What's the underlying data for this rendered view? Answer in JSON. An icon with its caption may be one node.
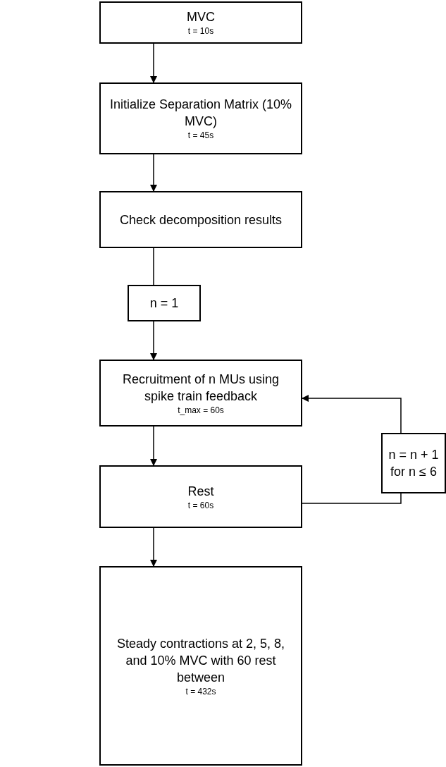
{
  "diagram": {
    "nodes": [
      {
        "text": [
          "MVC",
          "t = 10s"
        ]
      },
      {
        "text": [
          "Initialize Separation Matrix (10% MVC)",
          "t = 45s"
        ]
      },
      {
        "text": [
          "Check decomposition results"
        ]
      },
      {
        "text": [
          "n = 1"
        ]
      },
      {
        "text": [
          "Recruitment of n MUs using spike train feedback",
          "t_max = 60s"
        ]
      },
      {
        "text": [
          "Rest",
          "t = 60s"
        ]
      },
      {
        "text": [
          "n = n + 1 for n ≤ 6"
        ]
      },
      {
        "text": [
          "Steady contractions at 2, 5, 8, and 10% MVC with 60 rest between",
          "t = 432s"
        ]
      }
    ],
    "edges": [
      {
        "from": 0,
        "to": 1,
        "arrow": "to"
      },
      {
        "from": 1,
        "to": 2,
        "arrow": "to"
      },
      {
        "from": 2,
        "to": 3,
        "arrow": "none"
      },
      {
        "from": 3,
        "to": 4,
        "arrow": "to"
      },
      {
        "from": 4,
        "to": 5,
        "arrow": "to"
      },
      {
        "from": 5,
        "to": 6,
        "arrow": "none"
      },
      {
        "from": 6,
        "to": 4,
        "arrow": "to"
      },
      {
        "from": 5,
        "to": 7,
        "arrow": "to"
      }
    ]
  }
}
